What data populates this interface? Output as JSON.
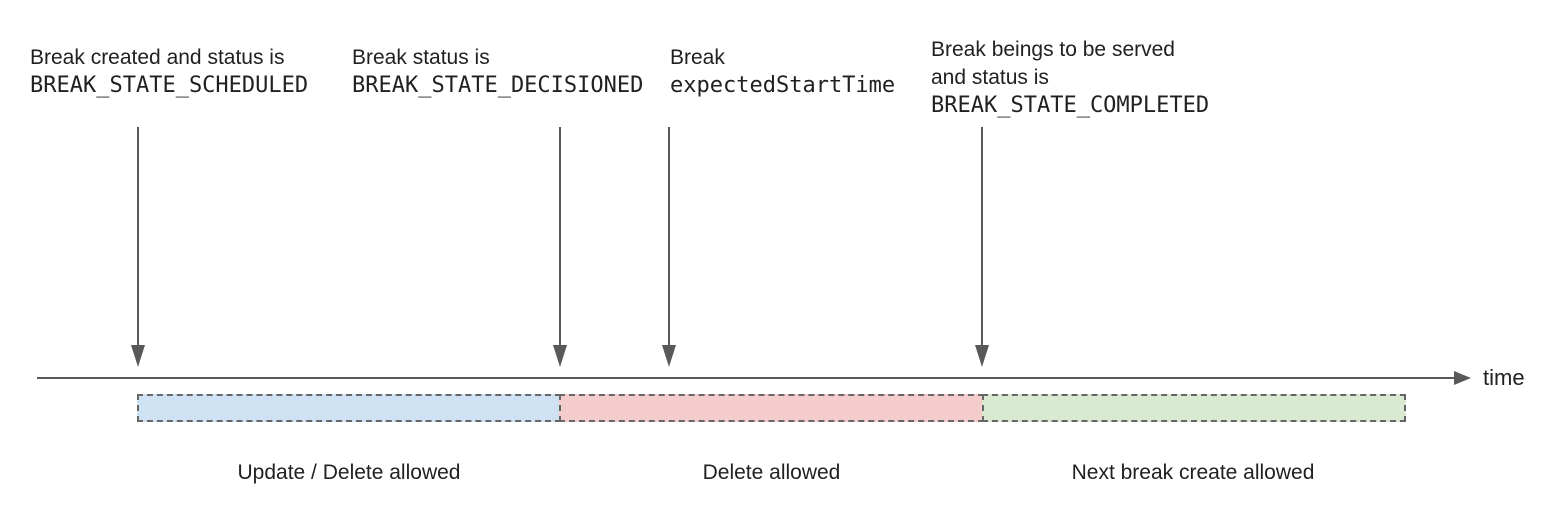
{
  "annotations": [
    {
      "text_lines": [
        "Break created and status is"
      ],
      "code": "BREAK_STATE_SCHEDULED"
    },
    {
      "text_lines": [
        "Break status is"
      ],
      "code": "BREAK_STATE_DECISIONED"
    },
    {
      "text_lines": [
        "Break"
      ],
      "code": "expectedStartTime"
    },
    {
      "text_lines": [
        "Break beings to be served",
        "and status is"
      ],
      "code": "BREAK_STATE_COMPLETED"
    }
  ],
  "timeline": {
    "axis_label": "time"
  },
  "segments": [
    {
      "label": "Update / Delete allowed",
      "fill": "#cfe2f3"
    },
    {
      "label": "Delete allowed",
      "fill": "#f4cccc"
    },
    {
      "label": "Next break create allowed",
      "fill": "#d9ead3"
    }
  ],
  "colors": {
    "arrow": "#595959",
    "segment_border": "#666666",
    "text": "#212121"
  }
}
